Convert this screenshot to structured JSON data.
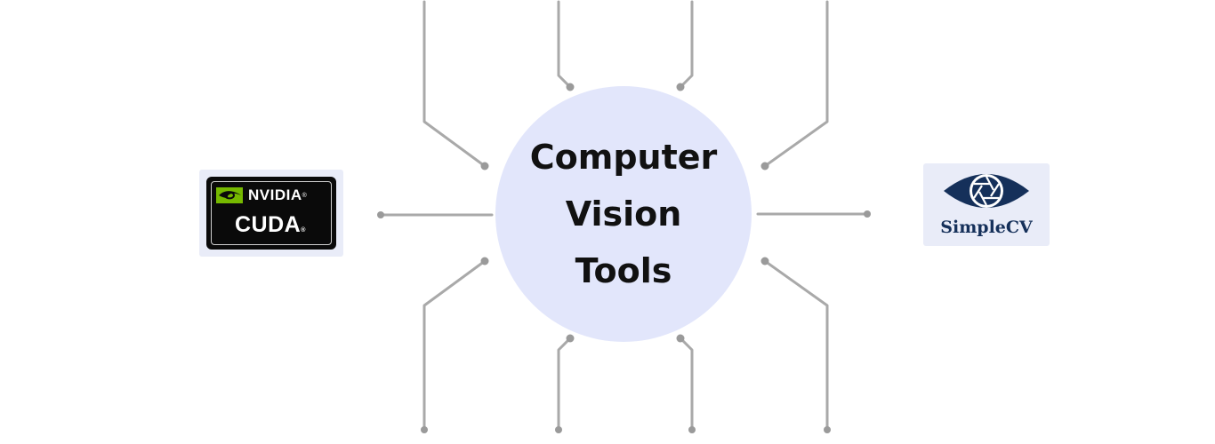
{
  "hub": {
    "lines": [
      "Computer",
      "Vision",
      "Tools"
    ],
    "fill_color": "#e2e6fb"
  },
  "tools": [
    {
      "name": "NVIDIA CUDA",
      "logo_top_text": "NVIDIA",
      "logo_bottom_text": "CUDA",
      "mark": "®",
      "icon": "nvidia-eye-icon"
    },
    {
      "name": "SimpleCV",
      "logo_text": "SimpleCV",
      "icon": "camera-shutter-eye-icon",
      "brand_color": "#15305a"
    }
  ],
  "connector_color": "#a9a9a9"
}
